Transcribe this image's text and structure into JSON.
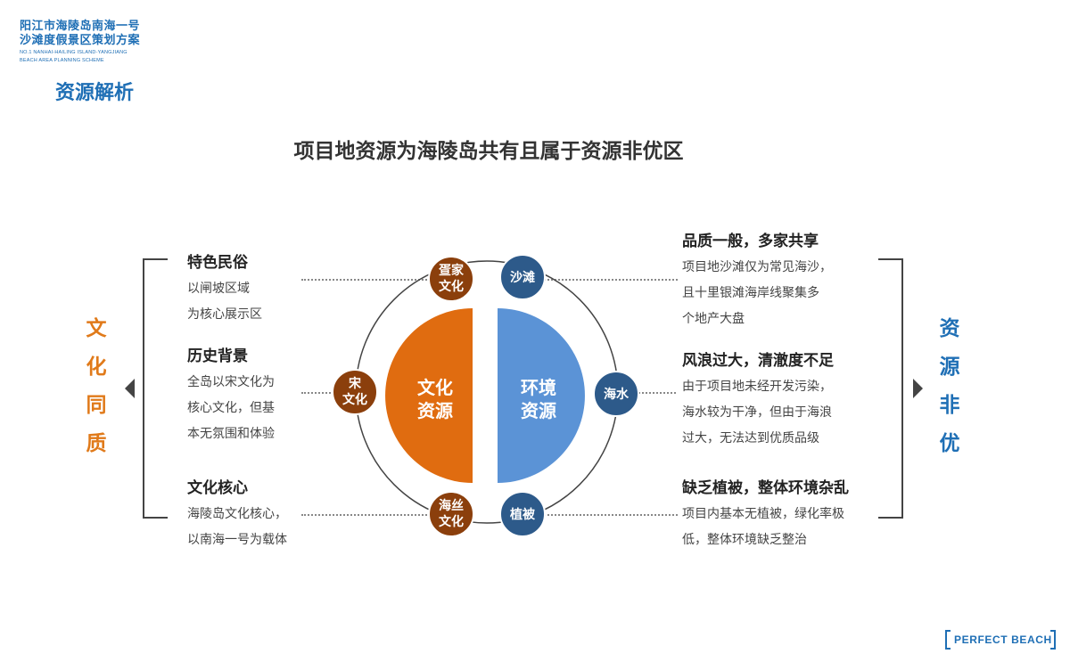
{
  "header": {
    "brand_line1": "阳江市海陵岛南海一号",
    "brand_line2": "沙滩度假景区策划方案",
    "brand_en1": "NO.1 NANHAI-HAILING ISLAND-YANGJIANG",
    "brand_en2": "BEACH AREA PLANNING SCHEME",
    "section_title": "资源解析"
  },
  "headline": "项目地资源为海陵岛共有且属于资源非优区",
  "left_side": {
    "title_chars": [
      "文",
      "化",
      "同",
      "质"
    ],
    "items": [
      {
        "title": "特色民俗",
        "lines": [
          "以闸坡区域",
          "为核心展示区"
        ]
      },
      {
        "title": "历史背景",
        "lines": [
          "全岛以宋文化为",
          "核心文化，但基",
          "本无氛围和体验"
        ]
      },
      {
        "title": "文化核心",
        "lines": [
          "海陵岛文化核心，",
          "以南海一号为载体"
        ]
      }
    ]
  },
  "right_side": {
    "title_chars": [
      "资",
      "源",
      "非",
      "优"
    ],
    "items": [
      {
        "title": "品质一般，多家共享",
        "lines": [
          "项目地沙滩仅为常见海沙，",
          "且十里银滩海岸线聚集多",
          "个地产大盘"
        ]
      },
      {
        "title": "风浪过大，清澈度不足",
        "lines": [
          "由于项目地未经开发污染，",
          "海水较为干净，但由于海浪",
          "过大，无法达到优质品级"
        ]
      },
      {
        "title": "缺乏植被，整体环境杂乱",
        "lines": [
          "项目内基本无植被，绿化率极",
          "低，整体环境缺乏整治"
        ]
      }
    ]
  },
  "diagram": {
    "left_half": {
      "line1": "文化",
      "line2": "资源",
      "color": "#e06c10"
    },
    "right_half": {
      "line1": "环境",
      "line2": "资源",
      "color": "#5b93d6"
    },
    "nodes_left": [
      {
        "line1": "疍家",
        "line2": "文化"
      },
      {
        "line1": "宋",
        "line2": "文化"
      },
      {
        "line1": "海丝",
        "line2": "文化"
      }
    ],
    "nodes_right": [
      {
        "label": "沙滩"
      },
      {
        "label": "海水"
      },
      {
        "label": "植被"
      }
    ],
    "node_left_color": "#8b3f0c",
    "node_right_color": "#2d5a8a"
  },
  "footer": {
    "logo_text": "PERFECT BEACH"
  }
}
